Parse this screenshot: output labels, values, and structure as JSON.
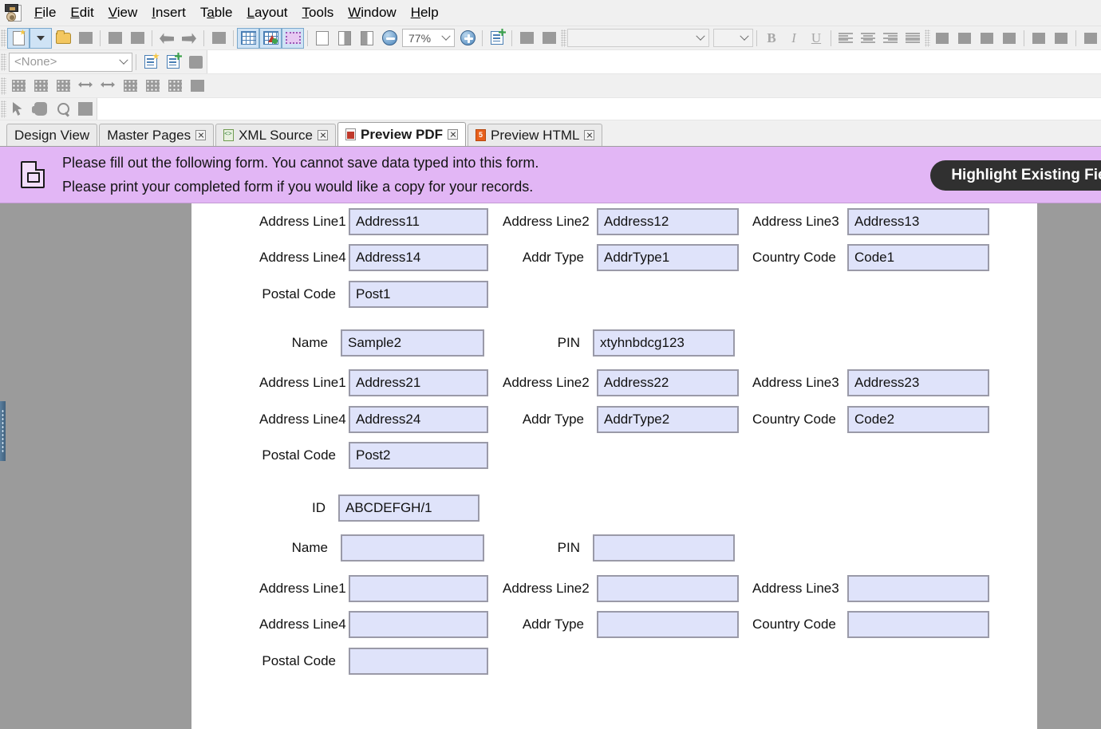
{
  "app": {
    "icon": "xdp-document-icon",
    "menu": [
      "File",
      "Edit",
      "View",
      "Insert",
      "Table",
      "Layout",
      "Tools",
      "Window",
      "Help"
    ]
  },
  "toolbar": {
    "zoom_level": "77%",
    "style_combo_value": "<None>",
    "icons_row1": [
      "new-document-icon",
      "new-dropdown-caret-icon",
      "open-folder-icon",
      "save-icon",
      "print-icon",
      "print-preview-icon",
      "undo-icon",
      "redo-icon",
      "find-icon",
      "show-grid-icon",
      "show-layout-icon",
      "show-selection-icon",
      "page-white-icon",
      "page-left-icon",
      "page-right-icon",
      "zoom-out-icon",
      "zoom-in-icon",
      "form-properties-icon",
      "object-icon",
      "image-icon",
      "bold-icon",
      "italic-icon",
      "underline-icon",
      "align-left-icon",
      "align-center-icon",
      "align-right-icon",
      "align-justify-icon",
      "align-objects-left-icon",
      "align-objects-right-icon",
      "align-objects-top-icon",
      "align-objects-bottom-icon",
      "align-objects-vcenter-icon",
      "align-objects-hcenter-icon",
      "distribute-horizontal-icon",
      "distribute-vertical-icon",
      "distribute-center-icon"
    ],
    "icons_row2": [
      "template-new-icon",
      "template-add-icon",
      "template-lock-icon"
    ],
    "icons_row3": [
      "insert-table-icon",
      "merge-cells-icon",
      "split-cells-icon",
      "fit-width-icon",
      "shrink-width-icon",
      "insert-row-above-icon",
      "insert-row-below-icon",
      "insert-column-icon",
      "table-flow-icon"
    ],
    "icons_row4": [
      "pointer-tool-icon",
      "hand-tool-icon",
      "zoom-tool-icon",
      "select-tool-icon"
    ]
  },
  "tabs": [
    {
      "label": "Design View",
      "icon": "page-icon",
      "active": false,
      "closable": false
    },
    {
      "label": "Master Pages",
      "icon": "page-yellow-icon",
      "active": false,
      "closable": true
    },
    {
      "label": "XML Source",
      "icon": "xml-icon",
      "active": false,
      "closable": true
    },
    {
      "label": "Preview PDF",
      "icon": "pdf-icon",
      "active": true,
      "closable": true
    },
    {
      "label": "Preview HTML",
      "icon": "html5-icon",
      "active": false,
      "closable": true
    }
  ],
  "notice": {
    "icon": "document-notice-icon",
    "line1": "Please fill out the following form. You cannot save data typed into this form.",
    "line2": "Please print your completed form if you would like a copy for your records.",
    "highlight_button": "Highlight Existing Fields",
    "background_color": "#e2b6f5"
  },
  "form": {
    "field_bg_color": "#dfe3fa",
    "field_border_color": "#9a9aa8",
    "rows": [
      {
        "cells": [
          {
            "label": "Address Line1",
            "value": "Address11"
          },
          {
            "label": "Address Line2",
            "value": "Address12"
          },
          {
            "label": "Address Line3",
            "value": "Address13"
          }
        ]
      },
      {
        "cells": [
          {
            "label": "Address Line4",
            "value": "Address14"
          },
          {
            "label": "Addr Type",
            "value": "AddrType1"
          },
          {
            "label": "Country Code",
            "value": "Code1"
          }
        ]
      },
      {
        "cells": [
          {
            "label": "Postal Code",
            "value": "Post1"
          }
        ]
      },
      {
        "cells": [
          {
            "label": "Name",
            "value": "Sample2"
          },
          {
            "label": "PIN",
            "value": "xtyhnbdcg123"
          }
        ]
      },
      {
        "cells": [
          {
            "label": "Address Line1",
            "value": "Address21"
          },
          {
            "label": "Address Line2",
            "value": "Address22"
          },
          {
            "label": "Address Line3",
            "value": "Address23"
          }
        ]
      },
      {
        "cells": [
          {
            "label": "Address Line4",
            "value": "Address24"
          },
          {
            "label": "Addr Type",
            "value": "AddrType2"
          },
          {
            "label": "Country Code",
            "value": "Code2"
          }
        ]
      },
      {
        "cells": [
          {
            "label": "Postal Code",
            "value": "Post2"
          }
        ]
      },
      {
        "cells": [
          {
            "label": "ID",
            "value": "ABCDEFGH/1"
          }
        ]
      },
      {
        "cells": [
          {
            "label": "Name",
            "value": ""
          },
          {
            "label": "PIN",
            "value": ""
          }
        ]
      },
      {
        "cells": [
          {
            "label": "Address Line1",
            "value": ""
          },
          {
            "label": "Address Line2",
            "value": ""
          },
          {
            "label": "Address Line3",
            "value": ""
          }
        ]
      },
      {
        "cells": [
          {
            "label": "Address Line4",
            "value": ""
          },
          {
            "label": "Addr Type",
            "value": ""
          },
          {
            "label": "Country Code",
            "value": ""
          }
        ]
      },
      {
        "cells": [
          {
            "label": "Postal Code",
            "value": ""
          }
        ]
      }
    ]
  }
}
